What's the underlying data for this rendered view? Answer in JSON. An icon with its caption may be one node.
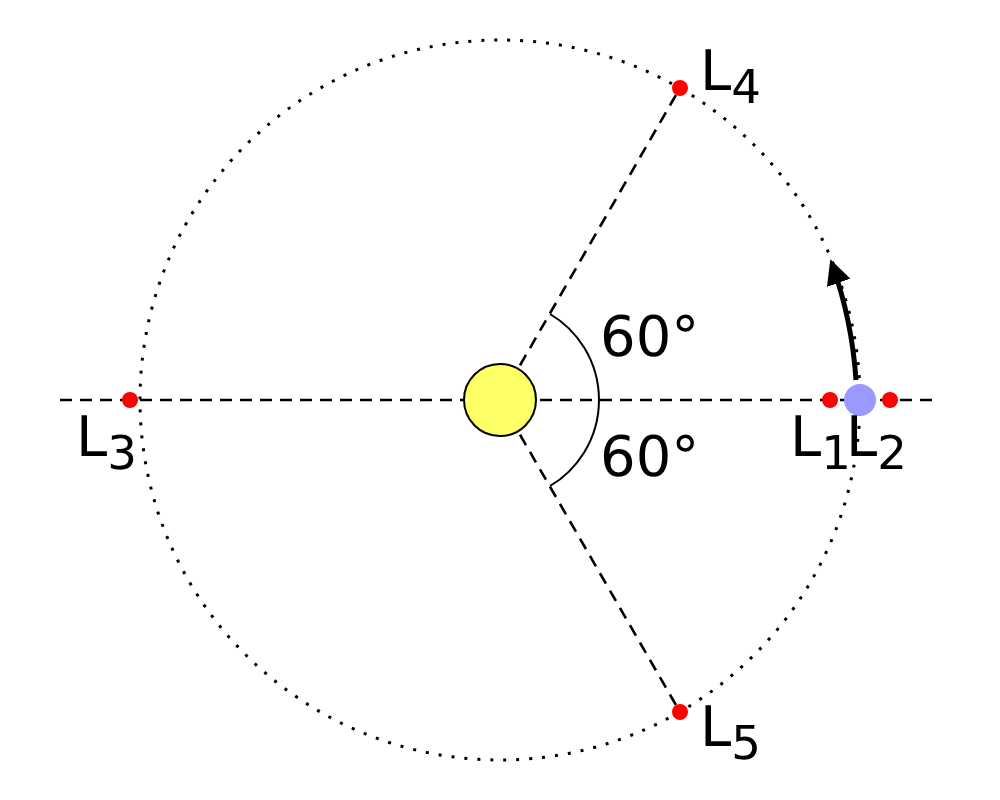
{
  "diagram": {
    "labels": [
      "L$_{4}$",
      "60°",
      "L$_{3}$",
      "L$_{1}$",
      "L$_{2}$",
      "60°",
      "L$_{5}$"
    ]
  }
}
